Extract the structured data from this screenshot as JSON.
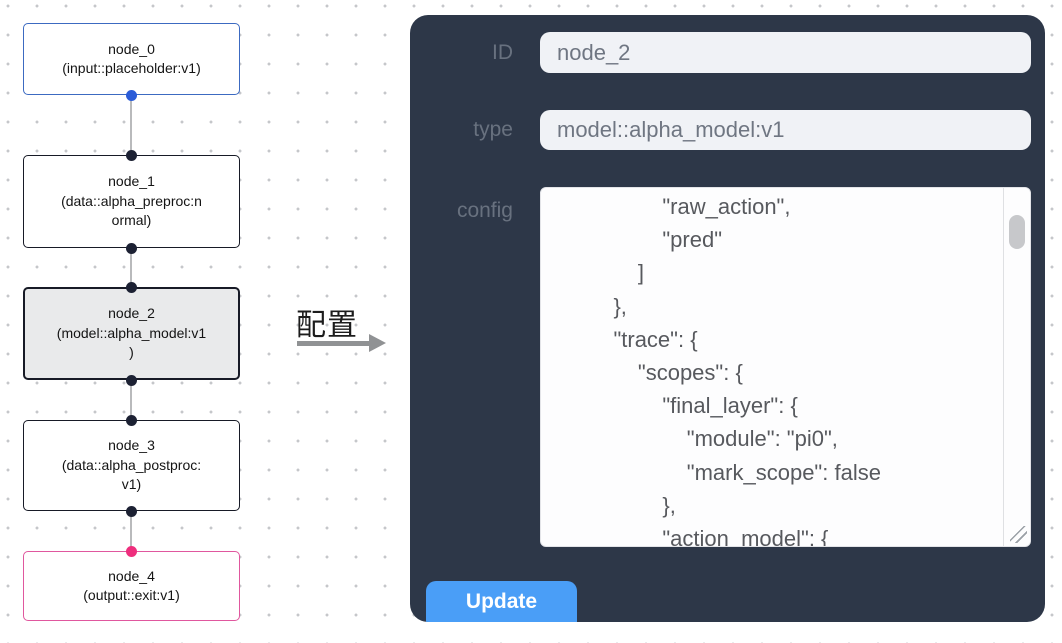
{
  "canvas": {
    "nodes": [
      {
        "id": "node_0",
        "variant": "input",
        "lines": [
          "node_0",
          "(input::placeholder:v1)"
        ]
      },
      {
        "id": "node_1",
        "variant": "default",
        "lines": [
          "node_1",
          "(data::alpha_preproc:n",
          "ormal)"
        ]
      },
      {
        "id": "node_2",
        "variant": "selected",
        "lines": [
          "node_2",
          "(model::alpha_model:v1",
          ")"
        ]
      },
      {
        "id": "node_3",
        "variant": "default",
        "lines": [
          "node_3",
          "(data::alpha_postproc:",
          "v1)"
        ]
      },
      {
        "id": "node_4",
        "variant": "output",
        "lines": [
          "node_4",
          "(output::exit:v1)"
        ]
      }
    ],
    "arrow_label": "配置"
  },
  "panel": {
    "id_label": "ID",
    "id_value": "node_2",
    "type_label": "type",
    "type_value": "model::alpha_model:v1",
    "config_label": "config",
    "config_text": "            \"raw_action\",\n            \"pred\"\n        ]\n    },\n    \"trace\": {\n        \"scopes\": {\n            \"final_layer\": {\n                \"module\": \"pi0\",\n                \"mark_scope\": false\n            },\n            \"action_model\": {",
    "update_label": "Update"
  },
  "colors": {
    "panel_bg": "#2d3748",
    "button_blue": "#4a9ef7",
    "input_bg": "#f0f2f6",
    "node_default_border": "#171a26",
    "node_input_border": "#3c6ac1",
    "node_output_border": "#e0579e",
    "selected_node_bg": "#e9eaeb",
    "port_blue": "#2b5cd8",
    "port_pink": "#ee2e7d",
    "port_dark": "#1c2133",
    "grid_dot": "#c5c7ca"
  }
}
